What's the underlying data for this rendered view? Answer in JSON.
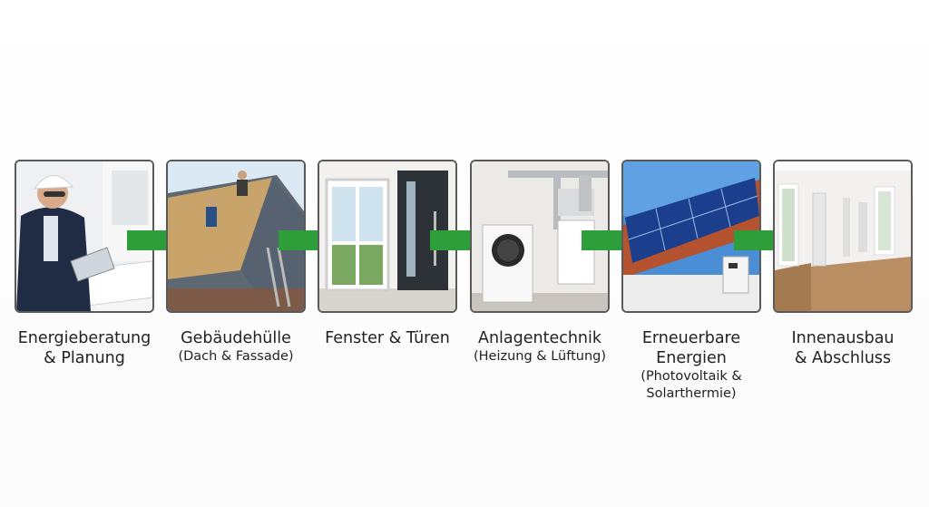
{
  "steps": [
    {
      "title": "Energieberatung\n& Planung",
      "sub": "",
      "icon": "consultant-photo"
    },
    {
      "title": "Gebäudehülle",
      "sub": "(Dach & Fassade)",
      "icon": "roof-insulation-photo"
    },
    {
      "title": "Fenster & Türen",
      "sub": "",
      "icon": "window-door-photo"
    },
    {
      "title": "Anlagentechnik",
      "sub": "(Heizung & Lüftung)",
      "icon": "heat-pump-photo"
    },
    {
      "title": "Erneuerbare\nEnergien",
      "sub": "(Photovoltaik &\nSolarthermie)",
      "icon": "solar-panel-photo"
    },
    {
      "title": "Innenausbau\n& Abschluss",
      "sub": "",
      "icon": "interior-room-photo"
    }
  ],
  "colors": {
    "arrow": "#2e9e3a",
    "border": "#5a5a5a"
  }
}
